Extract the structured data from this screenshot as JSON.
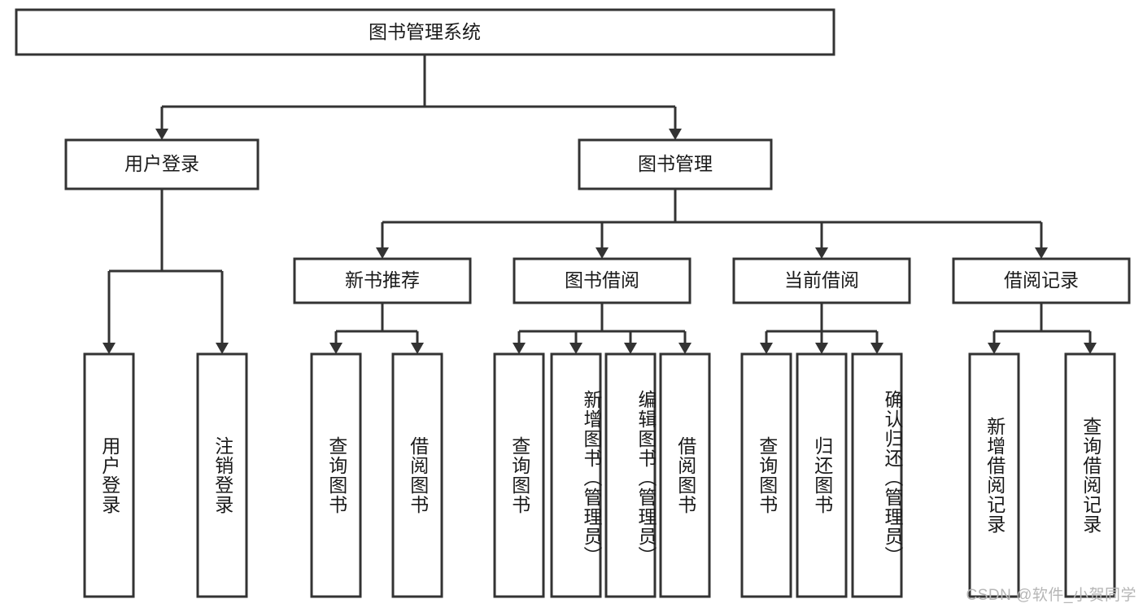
{
  "diagram": {
    "type": "tree",
    "title": "图书管理系统",
    "root": {
      "label": "图书管理系统"
    },
    "level2": [
      {
        "label": "用户登录"
      },
      {
        "label": "图书管理"
      }
    ],
    "level3": [
      {
        "label": "新书推荐"
      },
      {
        "label": "图书借阅"
      },
      {
        "label": "当前借阅"
      },
      {
        "label": "借阅记录"
      }
    ],
    "leaves": {
      "user_login": [
        {
          "label": "用户登录"
        },
        {
          "label": "注销登录"
        }
      ],
      "new_book": [
        {
          "label": "查询图书"
        },
        {
          "label": "借阅图书"
        }
      ],
      "book_borrow": [
        {
          "label": "查询图书"
        },
        {
          "label": "新增图书（管理员）"
        },
        {
          "label": "编辑图书（管理员）"
        },
        {
          "label": "借阅图书"
        }
      ],
      "current_borrow": [
        {
          "label": "查询图书"
        },
        {
          "label": "归还图书"
        },
        {
          "label": "确认归还（管理员）"
        }
      ],
      "borrow_record": [
        {
          "label": "新增借阅记录"
        },
        {
          "label": "查询借阅记录"
        }
      ]
    }
  },
  "watermark": {
    "text": "CSDN @软件_小贺同学"
  },
  "colors": {
    "stroke": "#333333",
    "fill": "#ffffff",
    "text": "#1a1a1a",
    "watermark": "#b6b6b6"
  }
}
